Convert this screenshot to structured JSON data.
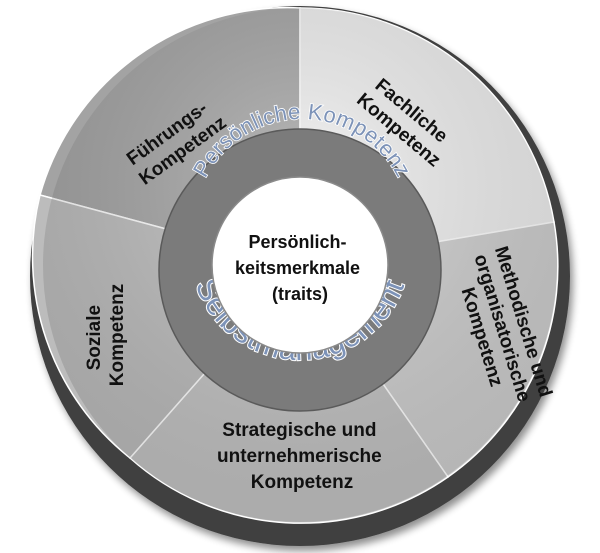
{
  "segments": [
    {
      "id": "fuehrung",
      "lines": [
        "Führungs-",
        "Kompetenz"
      ],
      "fill": "#a3a3a3"
    },
    {
      "id": "fachlich",
      "lines": [
        "Fachliche",
        "Kompetenz"
      ],
      "fill": "#efefef"
    },
    {
      "id": "methodisch",
      "lines": [
        "Methodische und",
        "organisatorische",
        "Kompetenz"
      ],
      "fill": "#cfcfcf"
    },
    {
      "id": "strategisch",
      "lines": [
        "Strategische und",
        "unternehmerische",
        "Kompetenz"
      ],
      "fill": "#c3c3c3"
    },
    {
      "id": "sozial",
      "lines": [
        "Soziale",
        "Kompetenz"
      ],
      "fill": "#bcbcbc"
    }
  ],
  "ring": {
    "top": "Persönliche Kompetenz",
    "bottom": "Selbstmanagement",
    "fill": "#7b7b7b",
    "text_color": "#7d93b8"
  },
  "core": {
    "lines": [
      "Persönlich-",
      "keitsmerkmale",
      "(traits)"
    ],
    "fill": "#ffffff"
  }
}
